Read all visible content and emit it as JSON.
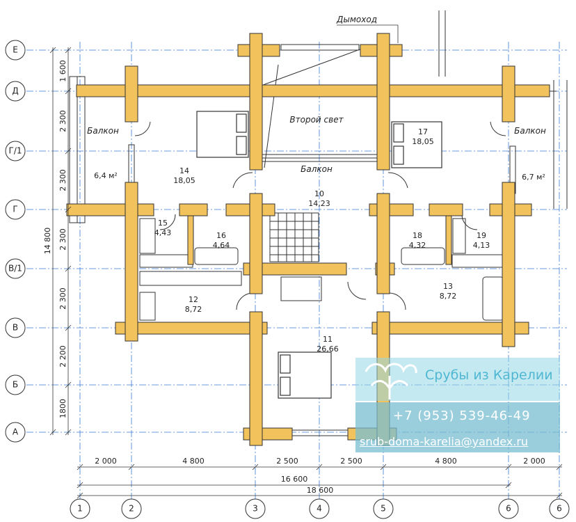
{
  "annotations": {
    "chimney": "Дымоход",
    "second_light": "Второй свет",
    "balcony_center": "Балкон",
    "balcony_left": "Балкон",
    "balcony_right": "Балкон",
    "balcony_left_area": "6,4 м²",
    "balcony_right_area": "6,7 м²"
  },
  "rooms": [
    {
      "num": "10",
      "area": "14,23"
    },
    {
      "num": "11",
      "area": "26,66"
    },
    {
      "num": "12",
      "area": "8,72"
    },
    {
      "num": "13",
      "area": "8,72"
    },
    {
      "num": "14",
      "area": "18,05"
    },
    {
      "num": "15",
      "area": "4,43"
    },
    {
      "num": "16",
      "area": "4,64"
    },
    {
      "num": "17",
      "area": "18,05"
    },
    {
      "num": "18",
      "area": "4,32"
    },
    {
      "num": "19",
      "area": "4,13"
    }
  ],
  "row_axes": [
    "Е",
    "Д",
    "Г/1",
    "Г",
    "В/1",
    "В",
    "Б",
    "А"
  ],
  "col_axes": [
    "1",
    "2",
    "3",
    "4",
    "5",
    "6",
    "6"
  ],
  "left_dims": [
    "1 600",
    "2 300",
    "2 300",
    "2 300",
    "2 300",
    "2 200",
    "1800"
  ],
  "left_total": "14 800",
  "bottom_dims": [
    "2 000",
    "4 800",
    "2 500",
    "2 500",
    "4 800",
    "2 000"
  ],
  "bottom_total_1": "16 600",
  "bottom_total_2": "18 600",
  "company": {
    "name": "Срубы из Карелии",
    "phone": "+7 (953) 539-46-49",
    "email": "srub-doma-karelia@yandex.ru"
  },
  "colors": {
    "wall": "#f2c25c",
    "wall_stroke": "#333333",
    "axis": "#3a7bd5",
    "watermark": "#4fb7d2"
  }
}
